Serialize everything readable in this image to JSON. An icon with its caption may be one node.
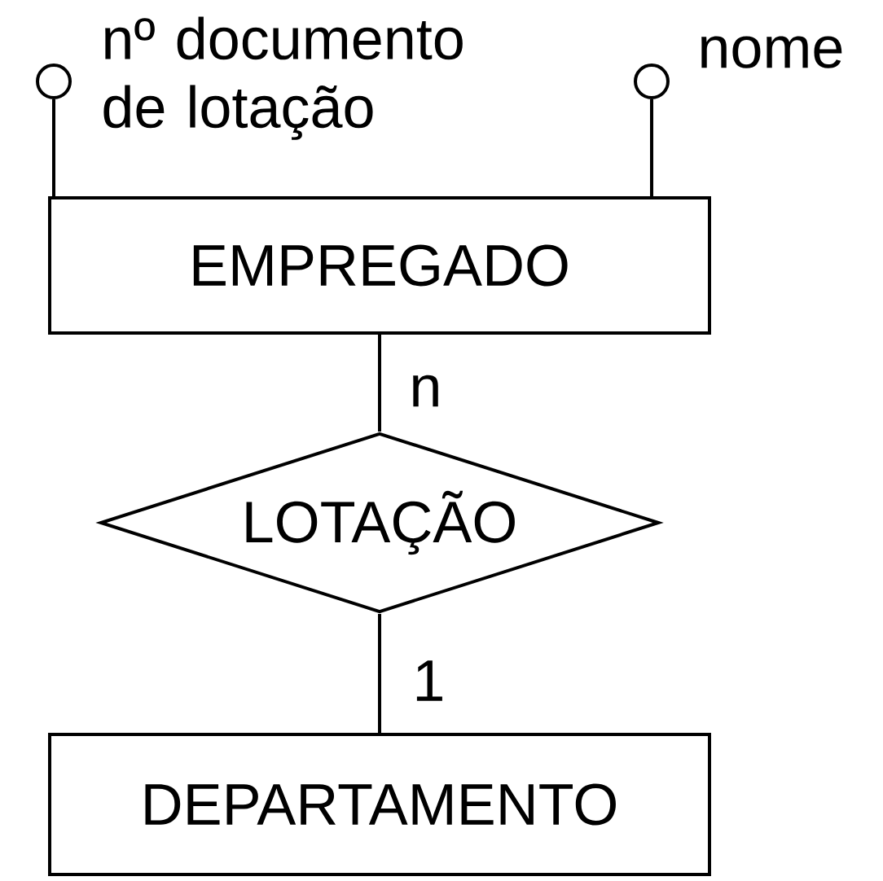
{
  "diagram": {
    "nodes": [
      {
        "text": [
          "EMPREGADO"
        ]
      },
      {
        "text": [
          "LOTAÇÃO"
        ]
      },
      {
        "text": [
          "DEPARTAMENTO"
        ]
      },
      {
        "text": [],
        "shape": "circle",
        "beside": [
          "nº documento de lotação"
        ]
      },
      {
        "text": [],
        "shape": "circle",
        "beside": [
          "nome"
        ]
      }
    ],
    "edges": [
      {
        "from": 3,
        "to": 0,
        "arrow": "none"
      },
      {
        "from": 4,
        "to": 0,
        "arrow": "none"
      },
      {
        "from": 0,
        "to": 1,
        "arrow": "none",
        "label": "n"
      },
      {
        "from": 1,
        "to": 2,
        "arrow": "none",
        "label": "1"
      }
    ]
  }
}
